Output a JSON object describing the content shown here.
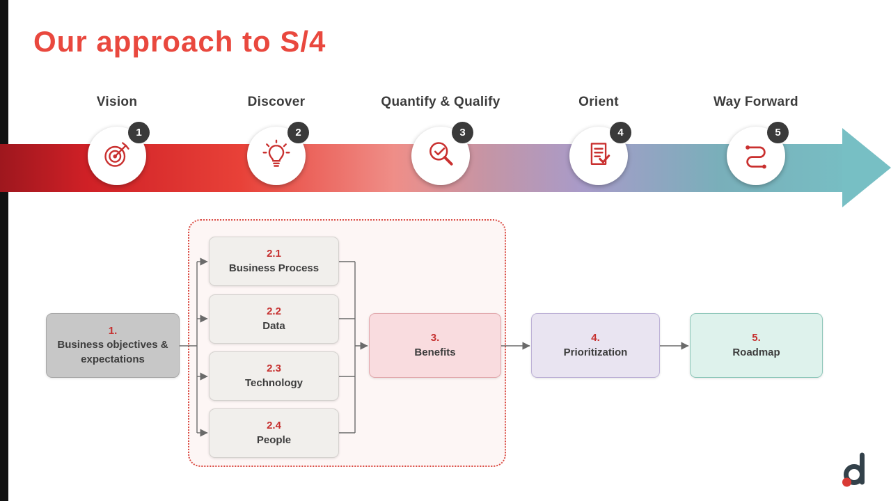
{
  "slide": {
    "title": "Our approach to S/4"
  },
  "timeline": {
    "phases": [
      {
        "label": "Vision",
        "number": "1",
        "icon": "target-icon"
      },
      {
        "label": "Discover",
        "number": "2",
        "icon": "lightbulb-icon"
      },
      {
        "label": "Quantify & Qualify",
        "number": "3",
        "icon": "magnifier-check-icon"
      },
      {
        "label": "Orient",
        "number": "4",
        "icon": "checklist-icon"
      },
      {
        "label": "Way Forward",
        "number": "5",
        "icon": "route-icon"
      }
    ]
  },
  "flowchart": {
    "objectives": {
      "number": "1.",
      "label": "Business objectives & expectations"
    },
    "discover_items": [
      {
        "number": "2.1",
        "label": "Business Process"
      },
      {
        "number": "2.2",
        "label": "Data"
      },
      {
        "number": "2.3",
        "label": "Technology"
      },
      {
        "number": "2.4",
        "label": "People"
      }
    ],
    "benefits": {
      "number": "3.",
      "label": "Benefits"
    },
    "prioritization": {
      "number": "4.",
      "label": "Prioritization"
    },
    "roadmap": {
      "number": "5.",
      "label": "Roadmap"
    }
  },
  "colors": {
    "accent_red": "#e9483e",
    "charcoal": "#3b3b3b",
    "gradient_start": "#9e171e",
    "gradient_end": "#77bfc4",
    "benefits_fill": "#f9dcdf",
    "prioritization_fill": "#e9e4f1",
    "roadmap_fill": "#def2ec",
    "objectives_fill": "#c7c7c7"
  }
}
